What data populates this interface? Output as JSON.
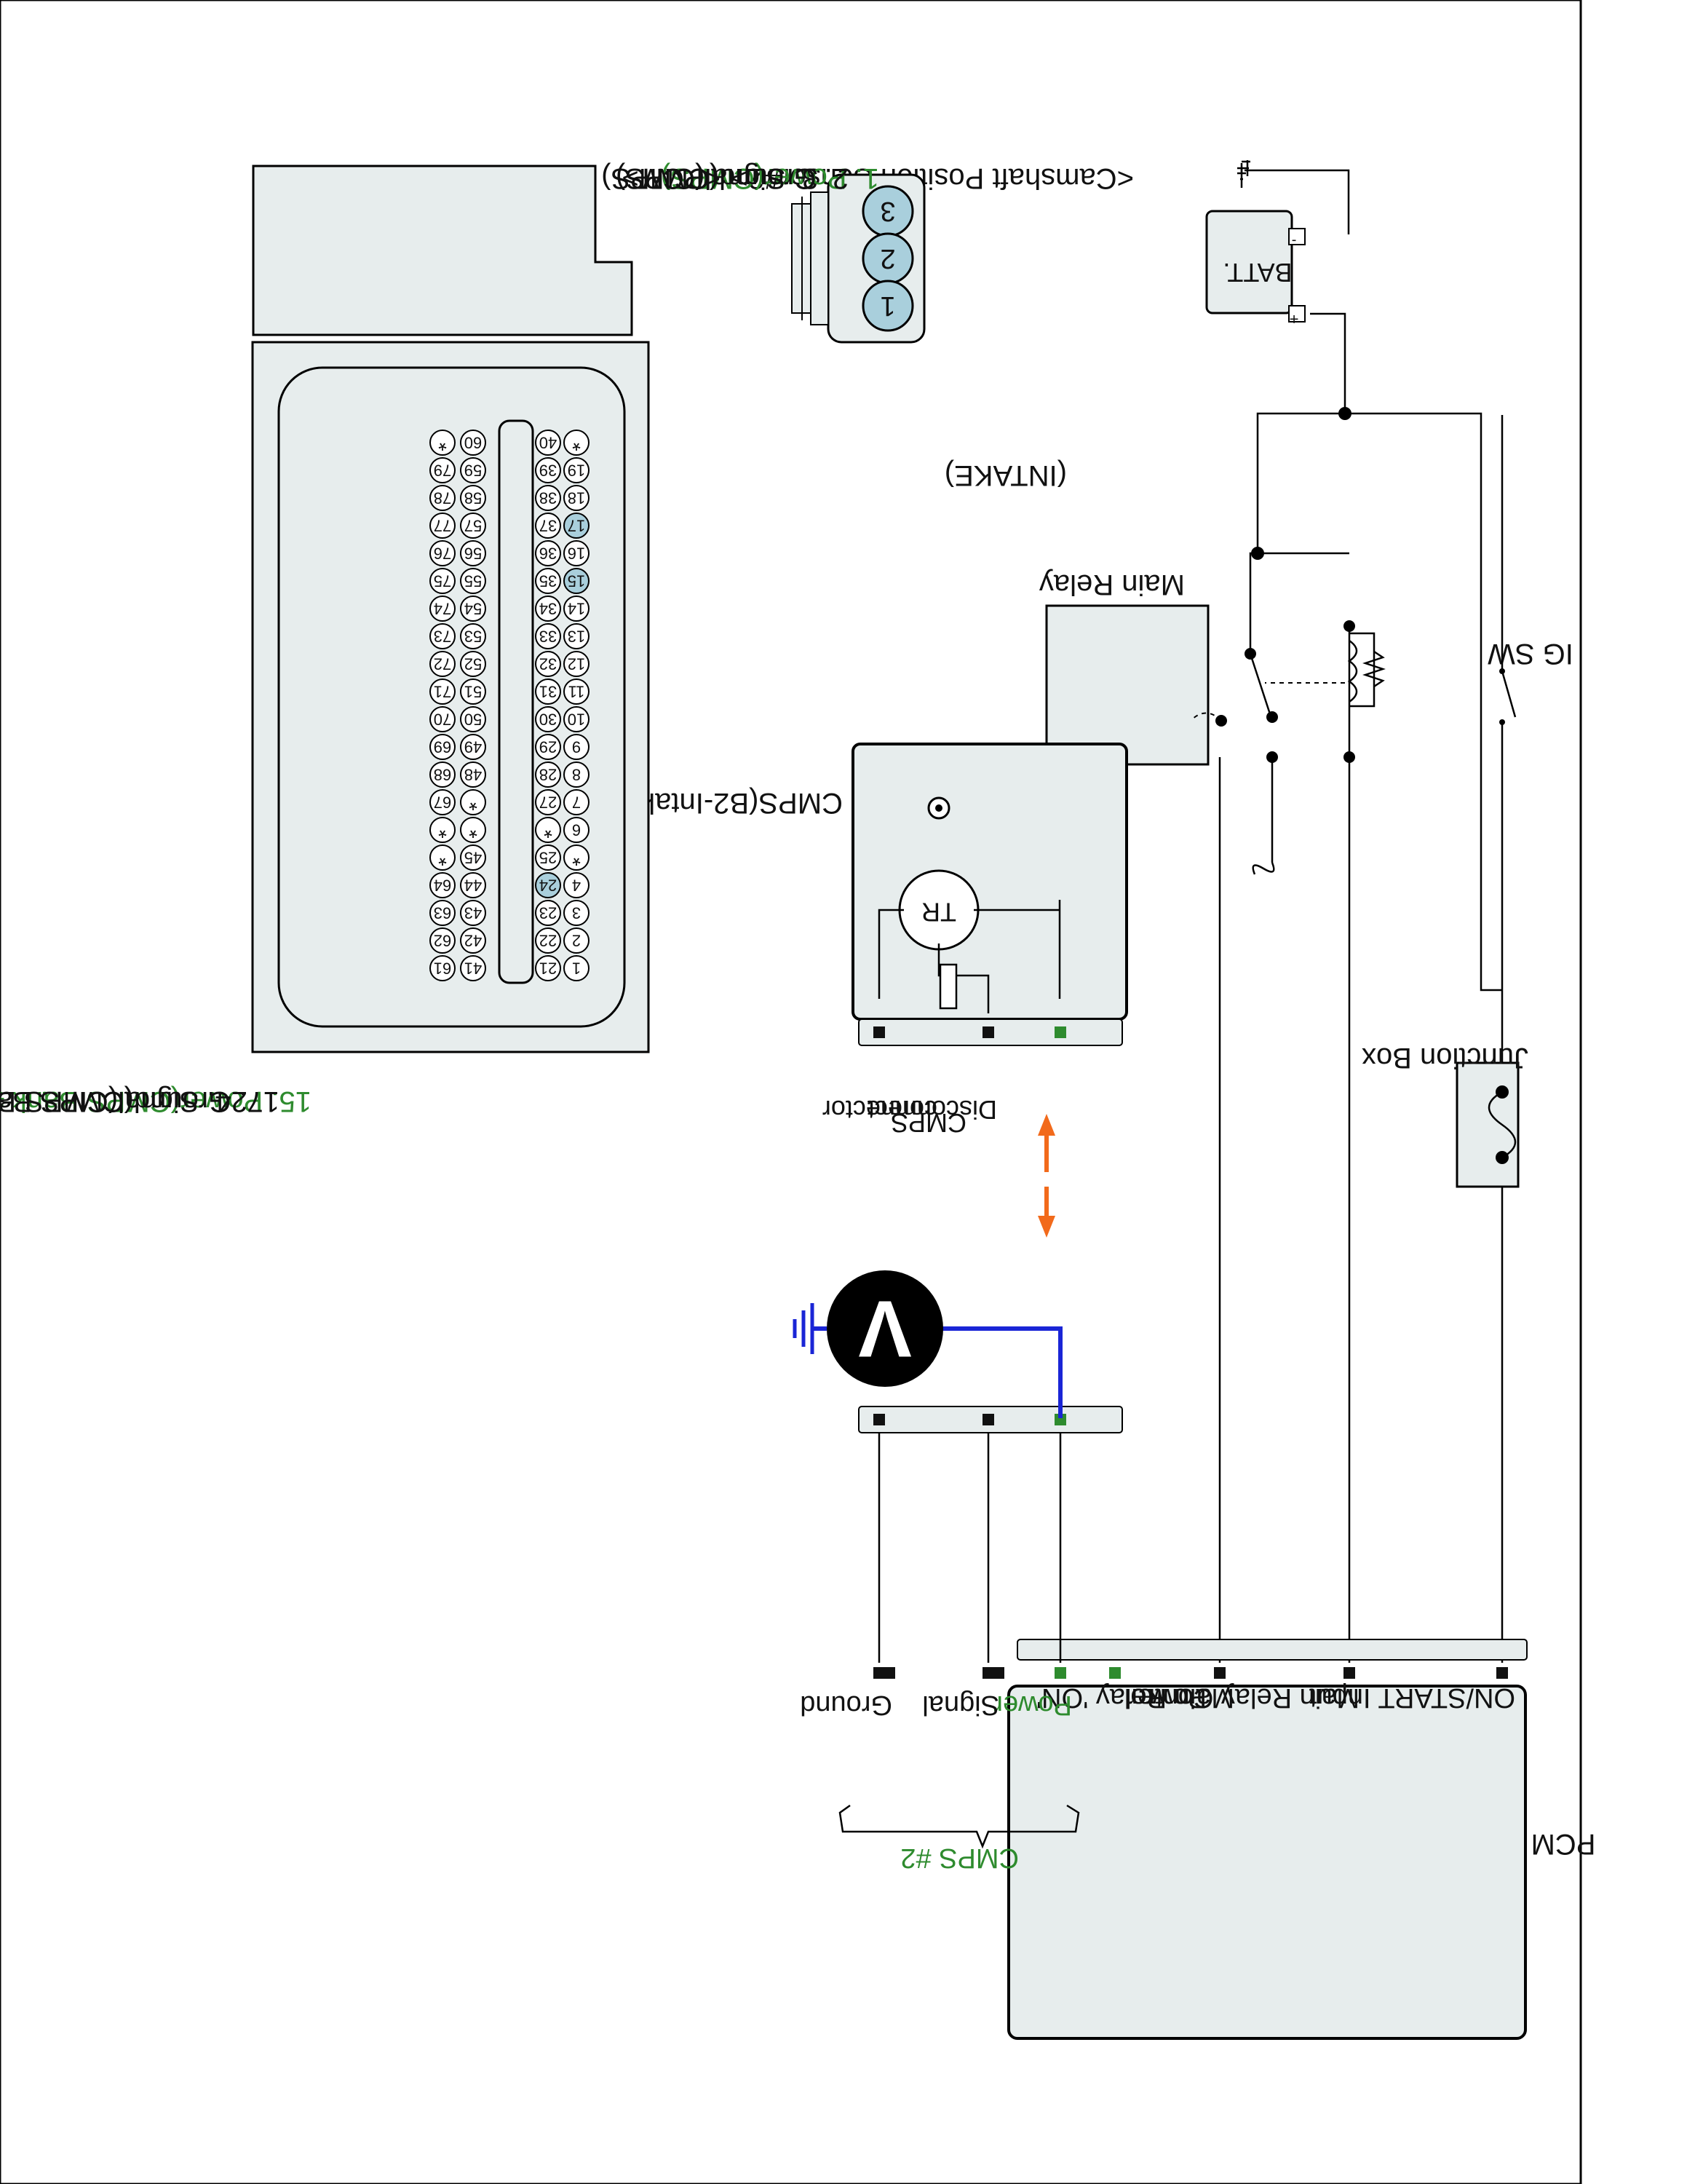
{
  "power": {
    "batt_label": "BATT.",
    "batt_plus": "+",
    "batt_minus": "-",
    "ig_sw_label": "IG SW",
    "main_relay_label": "Main Relay",
    "junction_box_label": "Junction Box"
  },
  "pcm_box": {
    "title": "PCM",
    "pins": [
      "ON/START Input",
      "Main Relay Control",
      "Main Relay 'ON'",
      "Power",
      "Power",
      "Signal",
      "Ground"
    ],
    "group_label": "CMPS #2"
  },
  "sensor": {
    "label": "CMPS(B2-Intake)",
    "transistor_label": "TR",
    "disconnect_line1": "Disconnect",
    "disconnect_line2": "CMPS",
    "disconnect_line3": "connector",
    "voltmeter_symbol": "V"
  },
  "sensor_connector": {
    "title": "<Camshaft Position Sensor#2>",
    "subtitle": "(INTAKE)",
    "pins": [
      "1",
      "2",
      "3"
    ],
    "legend": [
      "1. Power(CMPS)",
      "2. Ground(CMPS)",
      "3. Signal(CMPS)"
    ]
  },
  "pcm_connector": {
    "title": "<PCM>",
    "row1": [
      "1",
      "2",
      "3",
      "4",
      "*",
      "6",
      "7",
      "8",
      "9",
      "10",
      "11",
      "12",
      "13",
      "14",
      "15",
      "16",
      "17",
      "18",
      "19",
      "*"
    ],
    "row2": [
      "21",
      "22",
      "23",
      "24",
      "25",
      "*",
      "27",
      "28",
      "29",
      "30",
      "31",
      "32",
      "33",
      "34",
      "35",
      "36",
      "37",
      "38",
      "39",
      "40"
    ],
    "row3": [
      "41",
      "42",
      "43",
      "44",
      "45",
      "*",
      "*",
      "48",
      "49",
      "50",
      "51",
      "52",
      "53",
      "54",
      "55",
      "56",
      "57",
      "58",
      "59",
      "60"
    ],
    "row4": [
      "61",
      "62",
      "63",
      "64",
      "*",
      "*",
      "67",
      "68",
      "69",
      "70",
      "71",
      "72",
      "73",
      "74",
      "75",
      "76",
      "77",
      "78",
      "79",
      "*"
    ],
    "highlighted": [
      "15",
      "17",
      "24"
    ],
    "legend": [
      "15. Power(CMPS Bank #2 Intake)",
      "17. Ground(CMPS Bank #2 Intake)",
      "24. Signal(CMPS Bank #2 Intake)"
    ]
  },
  "colors": {
    "power_green": "#2e8b2e",
    "pin_highlight": "#a9cfdc",
    "arrow_orange": "#f26a1b",
    "probe_blue": "#1a25d6",
    "panel_fill": "#e7eded"
  }
}
